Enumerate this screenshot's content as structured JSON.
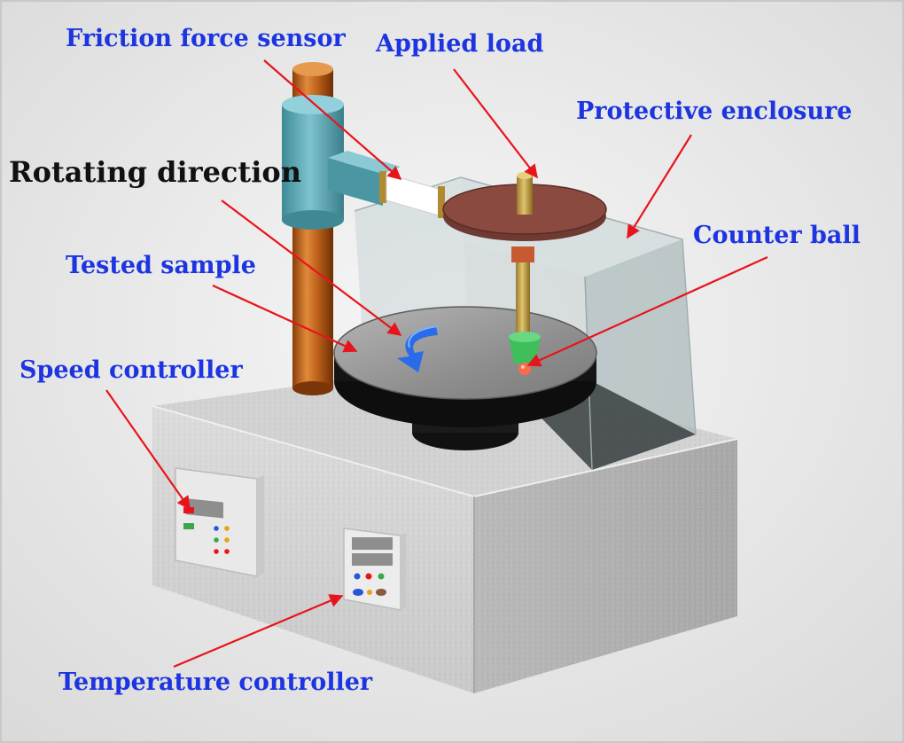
{
  "labels": {
    "friction_force_sensor": "Friction force sensor",
    "applied_load": "Applied load",
    "protective_enclosure": "Protective enclosure",
    "rotating_direction": "Rotating direction",
    "counter_ball": "Counter ball",
    "tested_sample": "Tested sample",
    "speed_controller": "Speed controller",
    "temperature_controller": "Temperature controller"
  },
  "colors": {
    "label_blue": "#1d35e0",
    "label_black": "#111111",
    "arrow_red": "#e8141c",
    "rotation_arrow": "#2a6be8"
  }
}
